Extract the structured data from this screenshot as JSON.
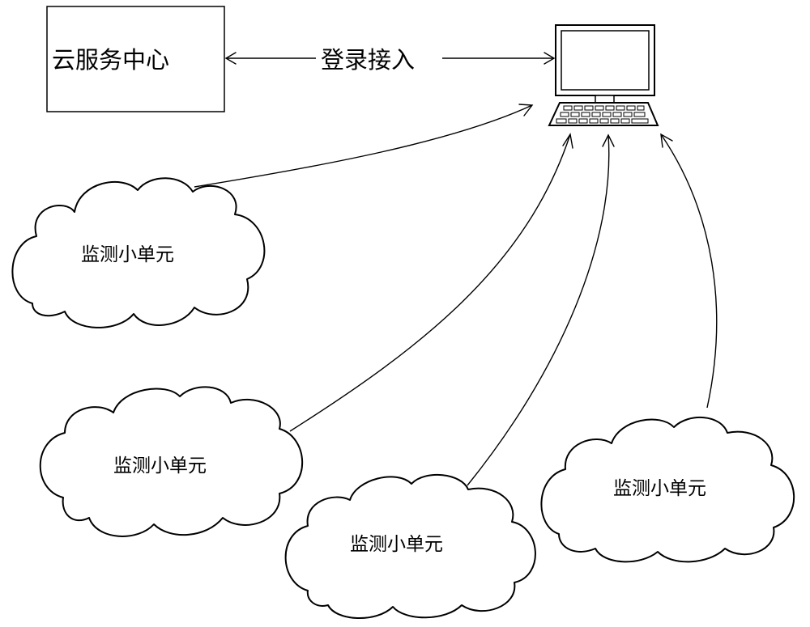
{
  "cloud_center": {
    "label": "云服务中心"
  },
  "connection": {
    "label": "登录接入"
  },
  "monitoring_units": [
    {
      "label": "监测小单元"
    },
    {
      "label": "监测小单元"
    },
    {
      "label": "监测小单元"
    },
    {
      "label": "监测小单元"
    }
  ]
}
